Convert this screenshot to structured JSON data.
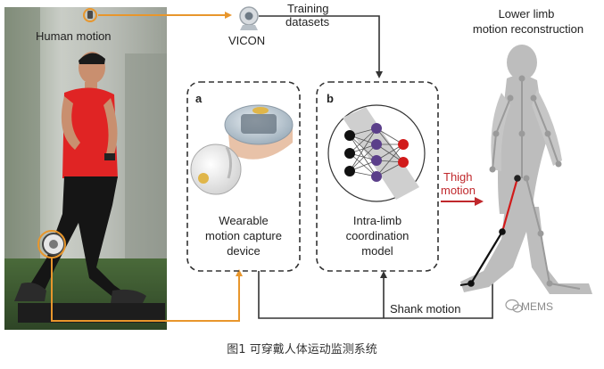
{
  "labels": {
    "human_motion": "Human motion",
    "vicon": "VICON",
    "training_line1": "Training",
    "training_line2": "datasets",
    "lower_limb_line1": "Lower limb",
    "lower_limb_line2": "motion reconstruction",
    "panel_a_letter": "a",
    "panel_b_letter": "b",
    "device_line1": "Wearable",
    "device_line2": "motion capture",
    "device_line3": "device",
    "model_line1": "Intra-limb",
    "model_line2": "coordination",
    "model_line3": "model",
    "thigh_line1": "Thigh",
    "thigh_line2": "motion",
    "shank_motion": "Shank motion"
  },
  "watermark": "MEMS",
  "caption": "图1 可穿戴人体运动监测系统",
  "colors": {
    "orange_arrow": "#e8962c",
    "dark_line": "#333333",
    "thigh_red": "#c0282c",
    "neuron_black": "#111111",
    "neuron_purple": "#5b3f8a",
    "neuron_red": "#d11a1a",
    "figure_gray": "#bdbdbd"
  }
}
